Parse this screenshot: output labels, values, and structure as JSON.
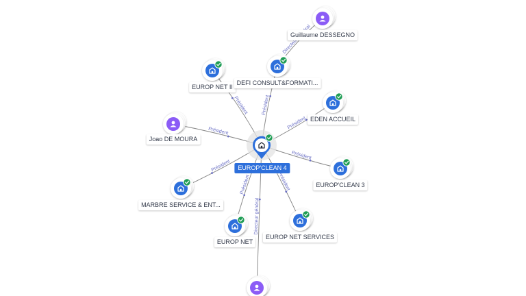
{
  "colors": {
    "company": "#2d6fdb",
    "person": "#8b5cf6",
    "check": "#1f9d55",
    "edge_label": "#6a6fc4"
  },
  "center": {
    "id": "c",
    "label": "EUROP'CLEAN 4",
    "icon": "building-icon"
  },
  "nodes": [
    {
      "id": "n1",
      "type": "company",
      "label": "EUROP NET II",
      "icon": "building-icon",
      "verified": true
    },
    {
      "id": "n2",
      "type": "company",
      "label": "DEFI CONSULT&FORMATI...",
      "icon": "building-icon",
      "verified": true
    },
    {
      "id": "n3",
      "type": "person",
      "label": "Guillaume DESSEGNO",
      "icon": "person-icon"
    },
    {
      "id": "n4",
      "type": "company",
      "label": "EDEN ACCUEIL",
      "icon": "building-icon",
      "verified": true
    },
    {
      "id": "n5",
      "type": "person",
      "label": "Joao DE MOURA",
      "icon": "person-icon"
    },
    {
      "id": "n6",
      "type": "company",
      "label": "EUROP'CLEAN 3",
      "icon": "building-icon",
      "verified": true
    },
    {
      "id": "n7",
      "type": "company",
      "label": "MARBRE SERVICE & ENT...",
      "icon": "building-icon",
      "verified": true
    },
    {
      "id": "n8",
      "type": "company",
      "label": "EUROP NET",
      "icon": "building-icon",
      "verified": true
    },
    {
      "id": "n9",
      "type": "company",
      "label": "EUROP NET SERVICES",
      "icon": "building-icon",
      "verified": true
    },
    {
      "id": "n10",
      "type": "person",
      "label": "",
      "icon": "person-icon"
    }
  ],
  "edges": [
    {
      "from": "c",
      "to": "n1",
      "label": "Président"
    },
    {
      "from": "c",
      "to": "n2",
      "label": "Président"
    },
    {
      "from": "n2",
      "to": "n3",
      "label": "Directeur Général"
    },
    {
      "from": "c",
      "to": "n4",
      "label": "Président"
    },
    {
      "from": "n5",
      "to": "c",
      "label": "Président"
    },
    {
      "from": "c",
      "to": "n6",
      "label": "Président"
    },
    {
      "from": "c",
      "to": "n7",
      "label": "Président"
    },
    {
      "from": "c",
      "to": "n8",
      "label": "Président"
    },
    {
      "from": "c",
      "to": "n9",
      "label": "Président"
    },
    {
      "from": "n10",
      "to": "c",
      "label": "Directeur général"
    }
  ]
}
